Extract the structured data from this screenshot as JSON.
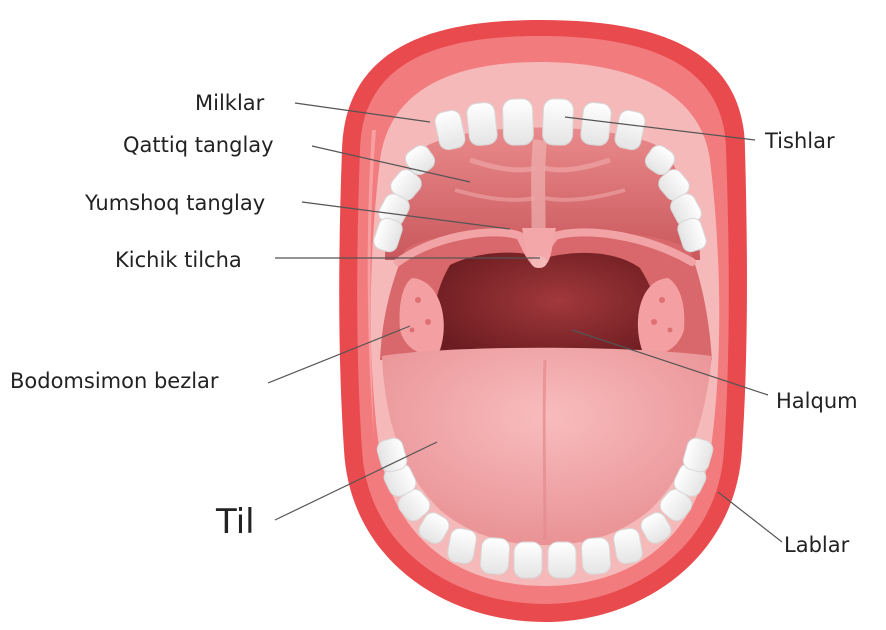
{
  "diagram": {
    "labels": {
      "gums": "Milklar",
      "hard_palate": "Qattiq tanglay",
      "soft_palate": "Yumshoq tanglay",
      "uvula": "Kichik tilcha",
      "tonsils": "Bodomsimon bezlar",
      "tongue": "Til",
      "teeth": "Tishlar",
      "pharynx": "Halqum",
      "lips": "Lablar"
    },
    "colors": {
      "lip_outer": "#e94a4e",
      "lip_inner": "#f27b7e",
      "lip_highlight": "#f9a9aa",
      "gum": "#f6b9b9",
      "palate": "#d8686b",
      "palate_ridge": "#f0b0b0",
      "throat": "#8e2a2e",
      "throat_dark": "#6d1d21",
      "tongue": "#f3a7a8",
      "tongue_shadow": "#e48a8d",
      "tooth": "#ffffff",
      "tooth_shadow": "#d7d7d7",
      "tonsil": "#f4a0a3",
      "line": "#555555"
    }
  }
}
